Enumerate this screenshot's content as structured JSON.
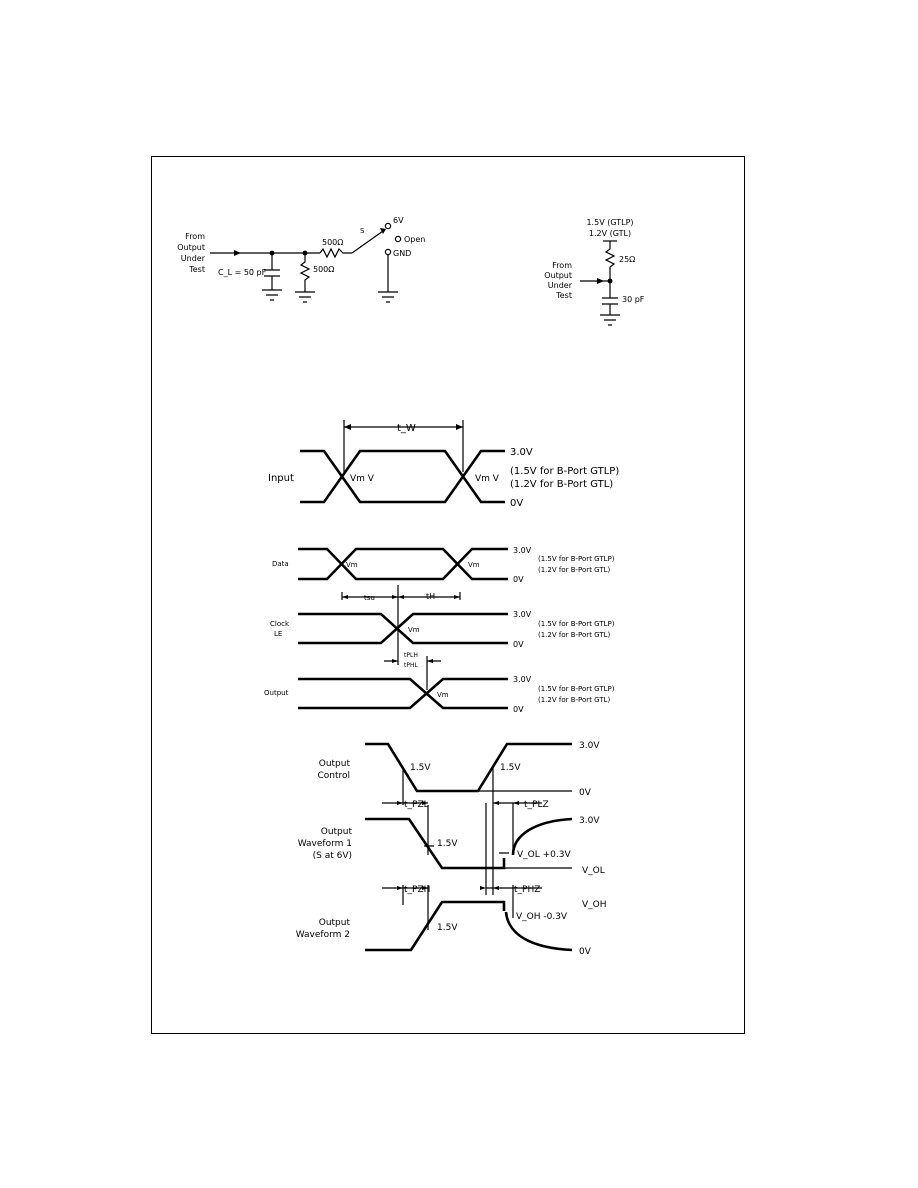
{
  "circuit1": {
    "source_label": [
      "From",
      "Output",
      "Under",
      "Test"
    ],
    "cap_label": "C_L = 50 pF",
    "r_series": "500Ω",
    "r_shunt": "500Ω",
    "switch": "S",
    "pos_6v": "6V",
    "pos_open": "Open",
    "pos_gnd": "GND"
  },
  "circuit2": {
    "supply_1": "1.5V (GTLP)",
    "supply_2": "1.2V (GTL)",
    "resistor": "25Ω",
    "cap": "30 pF",
    "source_label": [
      "From",
      "Output",
      "Under",
      "Test"
    ]
  },
  "pulse_width": {
    "tw": "t_W",
    "input_label": "Input",
    "vm_left": "Vm V",
    "vm_right": "Vm V",
    "level_high": "3.0V",
    "level_low": "0V",
    "note_1": "(1.5V for B-Port GTLP)",
    "note_2": "(1.2V for B-Port GTL)"
  },
  "setup_hold": {
    "data_label": "Data",
    "clock_label": [
      "Clock",
      "LE"
    ],
    "output_label": "Output",
    "vm": "Vm",
    "tsu": "tsu",
    "th": "tH",
    "tphl": "tPLH",
    "tphl2": "tPHL",
    "level_high": "3.0V",
    "level_low": "0V",
    "note_1": "(1.5V for B-Port GTLP)",
    "note_2": "(1.2V for B-Port GTL)"
  },
  "enable_disable": {
    "oc_label": [
      "Output",
      "Control"
    ],
    "w1_label": [
      "Output",
      "Waveform 1",
      "(S at 6V)"
    ],
    "w2_label": [
      "Output",
      "Waveform 2"
    ],
    "v15": "1.5V",
    "v30": "3.0V",
    "v0": "0V",
    "tpzl": "t_PZL",
    "tplz": "t_PLZ",
    "tpzh": "t_PZH",
    "tphz": "t_PHZ",
    "vol_plus": "V_OL +0.3V",
    "vol": "V_OL",
    "voh_minus": "V_OH -0.3V",
    "voh": "V_OH"
  }
}
